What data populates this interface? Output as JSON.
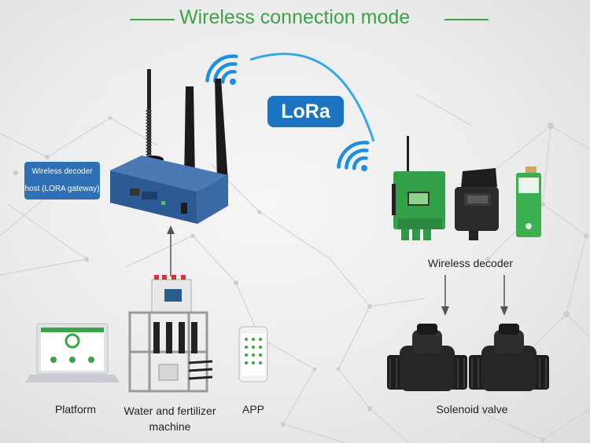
{
  "title": "Wireless connection mode",
  "protocol_badge": "LoRa",
  "gateway_label_line1": "Wireless decoder",
  "gateway_label_line2": "host (LORA gateway)",
  "captions": {
    "wireless_decoder": "Wireless decoder",
    "platform": "Platform",
    "machine_line1": "Water and fertilizer",
    "machine_line2": "machine",
    "app": "APP",
    "solenoid_valve": "Solenoid valve"
  },
  "colors": {
    "title_green": "#3aa447",
    "badge_blue": "#1c73c0",
    "wifi_blue": "#1d8fe0",
    "gateway_blue": "#2f5f9a",
    "device_green": "#34a04a",
    "valve_black": "#1e1e1e"
  },
  "icons": [
    "wifi-icon",
    "router-icon",
    "antenna-icon",
    "laptop-icon",
    "phone-icon",
    "valve-icon"
  ]
}
